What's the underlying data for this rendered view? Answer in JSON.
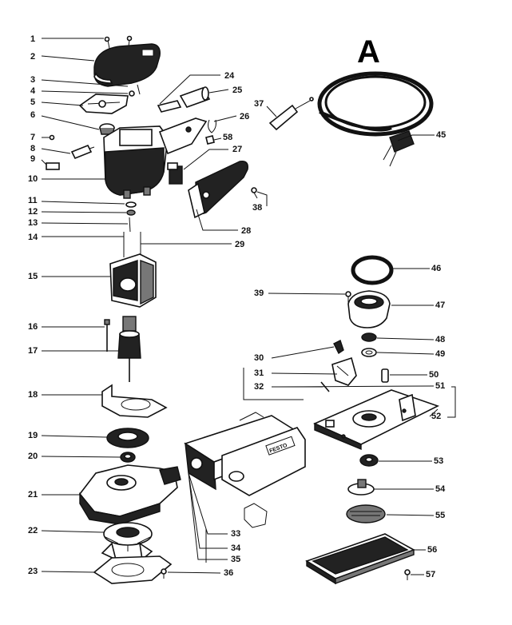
{
  "diagram": {
    "section_letter": "A",
    "callouts": [
      "1",
      "2",
      "3",
      "4",
      "5",
      "6",
      "7",
      "8",
      "9",
      "10",
      "11",
      "12",
      "13",
      "14",
      "15",
      "16",
      "17",
      "18",
      "19",
      "20",
      "21",
      "22",
      "23",
      "24",
      "25",
      "26",
      "27",
      "28",
      "29",
      "30",
      "31",
      "32",
      "33",
      "34",
      "35",
      "36",
      "37",
      "38",
      "39",
      "45",
      "46",
      "47",
      "48",
      "49",
      "50",
      "51",
      "52",
      "53",
      "54",
      "55",
      "56",
      "57",
      "58"
    ],
    "nameplate_text": "FESTO"
  }
}
